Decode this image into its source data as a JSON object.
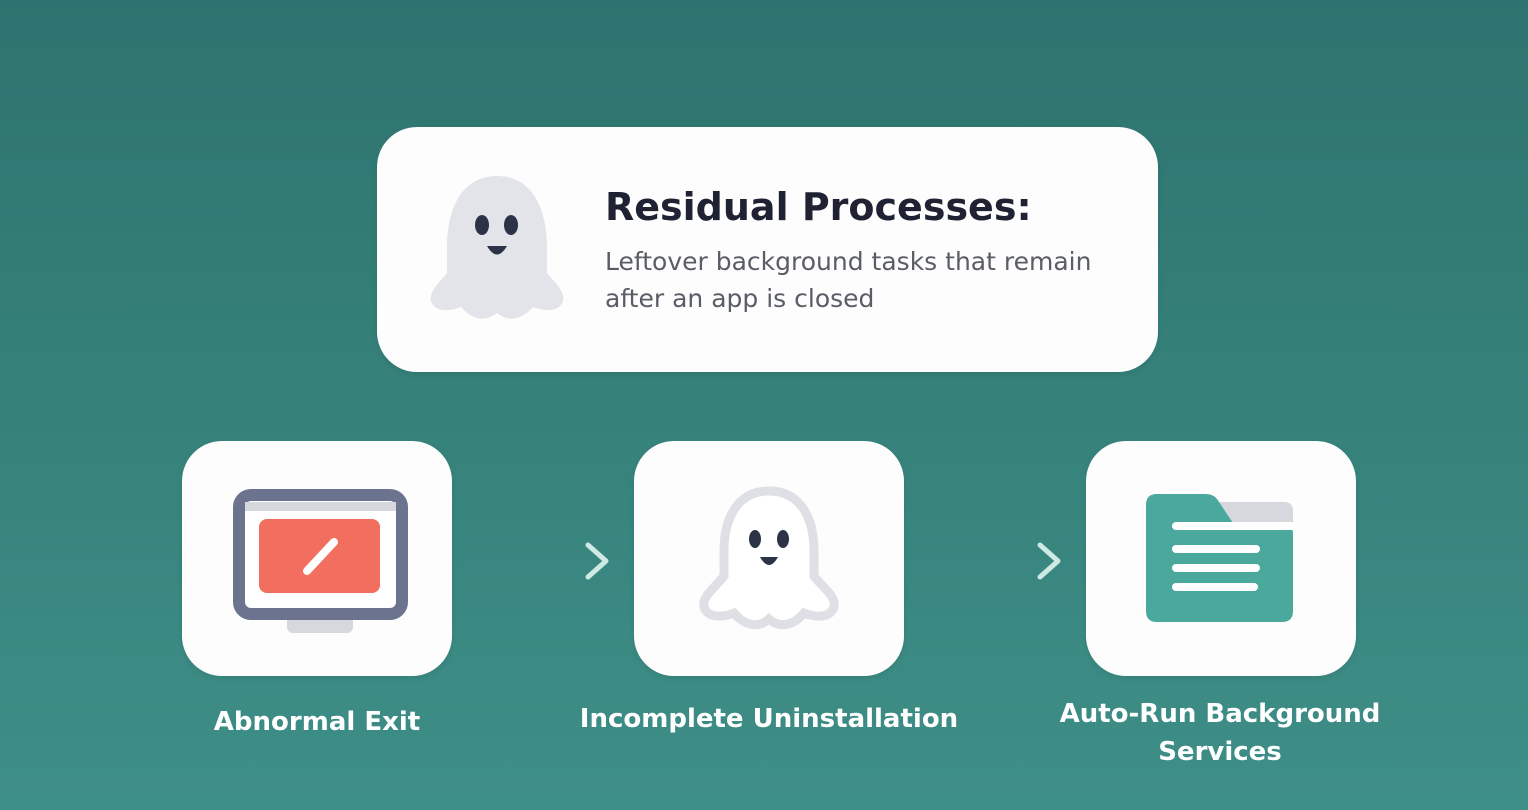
{
  "definition": {
    "title": "Residual Processes:",
    "description": "Leftover background tasks that remain after an app is closed",
    "icon": "ghost-icon"
  },
  "steps": [
    {
      "label": "Abnormal Exit",
      "icon": "monitor-error-icon"
    },
    {
      "label": "Incomplete Uninstallation",
      "icon": "ghost-outline-icon"
    },
    {
      "label": "Auto-Run Background Services",
      "icon": "folder-document-icon"
    }
  ],
  "colors": {
    "accent_red": "#f26e5e",
    "accent_teal": "#4aa89c",
    "frame": "#6b738f"
  }
}
